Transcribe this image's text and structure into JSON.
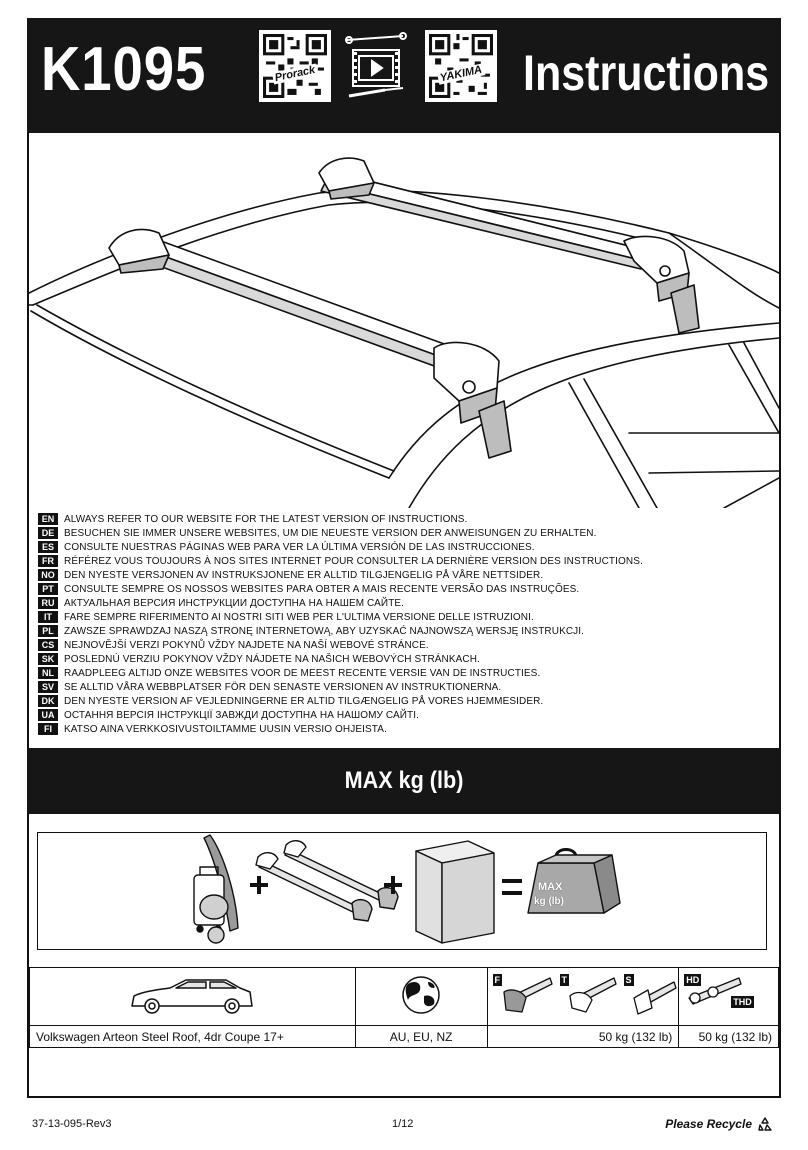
{
  "header": {
    "model": "K1095",
    "title": "Instructions",
    "qr_left_label": "Prorack",
    "qr_right_label": "YAKIMA"
  },
  "languages": [
    {
      "code": "EN",
      "text": "ALWAYS REFER TO OUR WEBSITE FOR THE LATEST VERSION OF INSTRUCTIONS."
    },
    {
      "code": "DE",
      "text": "BESUCHEN SIE IMMER UNSERE WEBSITES, UM DIE NEUESTE VERSION DER ANWEISUNGEN ZU ERHALTEN."
    },
    {
      "code": "ES",
      "text": "CONSULTE NUESTRAS PÁGINAS WEB PARA VER LA ÚLTIMA VERSIÓN DE LAS INSTRUCCIONES."
    },
    {
      "code": "FR",
      "text": "RÉFÉREZ VOUS TOUJOURS À NOS SITES INTERNET POUR CONSULTER LA DERNIÈRE VERSION DES INSTRUCTIONS."
    },
    {
      "code": "NO",
      "text": "DEN NYESTE VERSJONEN AV INSTRUKSJONENE ER ALLTID TILGJENGELIG PÅ VÅRE NETTSIDER."
    },
    {
      "code": "PT",
      "text": "CONSULTE SEMPRE OS NOSSOS WEBSITES PARA OBTER A MAIS RECENTE VERSÃO DAS INSTRUÇÕES."
    },
    {
      "code": "RU",
      "text": "АКТУАЛЬНАЯ ВЕРСИЯ ИНСТРУКЦИИ ДОСТУПНА НА НАШЕМ САЙТЕ."
    },
    {
      "code": "IT",
      "text": "FARE SEMPRE RIFERIMENTO AI NOSTRI SITI WEB PER L'ULTIMA VERSIONE DELLE ISTRUZIONI."
    },
    {
      "code": "PL",
      "text": "ZAWSZE SPRAWDZAJ NASZĄ STRONĘ INTERNETOWĄ, ABY UZYSKAĆ NAJNOWSZĄ WERSJĘ INSTRUKCJI."
    },
    {
      "code": "CS",
      "text": "NEJNOVĚJŠÍ VERZI POKYNŮ VŽDY NAJDETE NA NAŠÍ WEBOVÉ STRÁNCE."
    },
    {
      "code": "SK",
      "text": "POSLEDNÚ VERZIU POKYNOV VŽDY NÁJDETE NA NAŠICH WEBOVÝCH STRÁNKACH."
    },
    {
      "code": "NL",
      "text": "RAADPLEEG ALTIJD ONZE WEBSITES VOOR DE MEEST RECENTE VERSIE VAN DE INSTRUCTIES."
    },
    {
      "code": "SV",
      "text": "SE ALLTID VÅRA WEBBPLATSER FÖR DEN SENASTE VERSIONEN AV INSTRUKTIONERNA."
    },
    {
      "code": "DK",
      "text": "DEN NYESTE VERSION AF VEJLEDNINGERNE ER ALTID TILGÆNGELIG PÅ VORES HJEMMESIDER."
    },
    {
      "code": "UA",
      "text": "ОСТАННЯ ВЕРСІЯ ІНСТРУКЦІЇ ЗАВЖДИ ДОСТУПНА НА НАШОМУ САЙТІ."
    },
    {
      "code": "FI",
      "text": "KATSO AINA VERKKOSIVUSTOILTAMME UUSIN VERSIO OHJEISTA."
    }
  ],
  "max_section": {
    "title": "MAX kg (lb)",
    "weight_label_1": "MAX",
    "weight_label_2": "kg (lb)"
  },
  "table": {
    "badges": [
      "F",
      "T",
      "S",
      "HD",
      "THD"
    ],
    "row": {
      "vehicle": "Volkswagen Arteon Steel Roof, 4dr Coupe 17+",
      "region": "AU, EU, NZ",
      "capacity_1": "50 kg (132 lb)",
      "capacity_2": "50 kg (132 lb)"
    }
  },
  "footer": {
    "part_number": "37-13-095-Rev3",
    "page": "1/12",
    "recycle": "Please Recycle"
  }
}
